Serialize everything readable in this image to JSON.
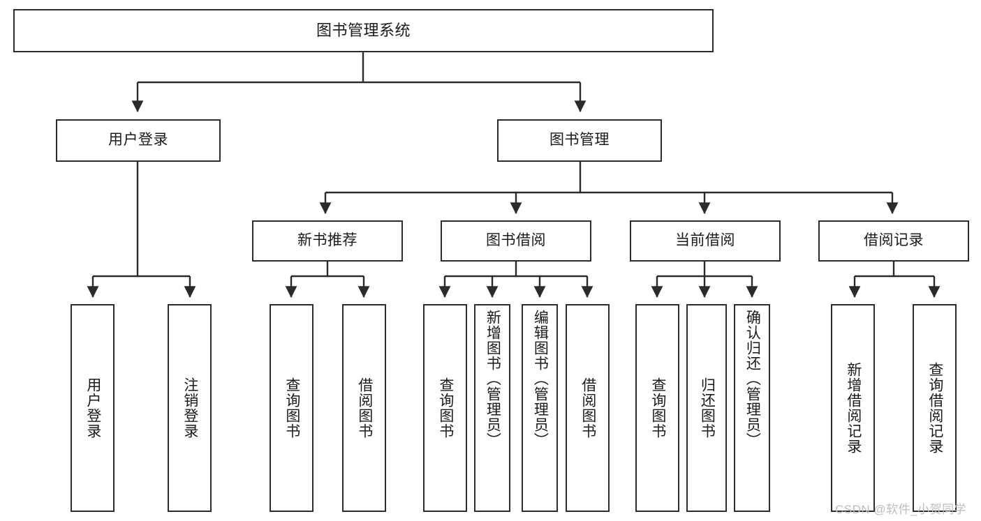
{
  "diagram": {
    "title": "图书管理系统",
    "type": "tree-hierarchy",
    "orientation": "top-down",
    "line_color": "#2b2b2b",
    "box_fill": "#ffffff",
    "text_color": "#1a1a1a",
    "nodes": {
      "root": {
        "label": "图书管理系统"
      },
      "level1": [
        {
          "id": "user-login",
          "label": "用户登录"
        },
        {
          "id": "book-manage",
          "label": "图书管理"
        }
      ],
      "level2": [
        {
          "id": "new-book-recommend",
          "label": "新书推荐"
        },
        {
          "id": "book-borrow",
          "label": "图书借阅"
        },
        {
          "id": "current-borrow",
          "label": "当前借阅"
        },
        {
          "id": "borrow-record",
          "label": "借阅记录"
        }
      ],
      "leaves": [
        {
          "id": "leaf-user-login",
          "label": "用户登录",
          "parent": "user-login"
        },
        {
          "id": "leaf-logout",
          "label": "注销登录",
          "parent": "user-login"
        },
        {
          "id": "leaf-query-book-1",
          "label": "查询图书",
          "parent": "new-book-recommend"
        },
        {
          "id": "leaf-borrow-book-1",
          "label": "借阅图书",
          "parent": "new-book-recommend"
        },
        {
          "id": "leaf-query-book-2",
          "label": "查询图书",
          "parent": "book-borrow"
        },
        {
          "id": "leaf-add-book",
          "label": "新增图书（管理员）",
          "parent": "book-borrow"
        },
        {
          "id": "leaf-edit-book",
          "label": "编辑图书（管理员）",
          "parent": "book-borrow"
        },
        {
          "id": "leaf-borrow-book-2",
          "label": "借阅图书",
          "parent": "book-borrow"
        },
        {
          "id": "leaf-query-book-3",
          "label": "查询图书",
          "parent": "current-borrow"
        },
        {
          "id": "leaf-return-book",
          "label": "归还图书",
          "parent": "current-borrow"
        },
        {
          "id": "leaf-confirm-return",
          "label": "确认归还（管理员）",
          "parent": "current-borrow"
        },
        {
          "id": "leaf-add-record",
          "label": "新增借阅记录",
          "parent": "borrow-record"
        },
        {
          "id": "leaf-query-record",
          "label": "查询借阅记录",
          "parent": "borrow-record"
        }
      ]
    },
    "watermark": "CSDN @软件_小贺同学"
  }
}
